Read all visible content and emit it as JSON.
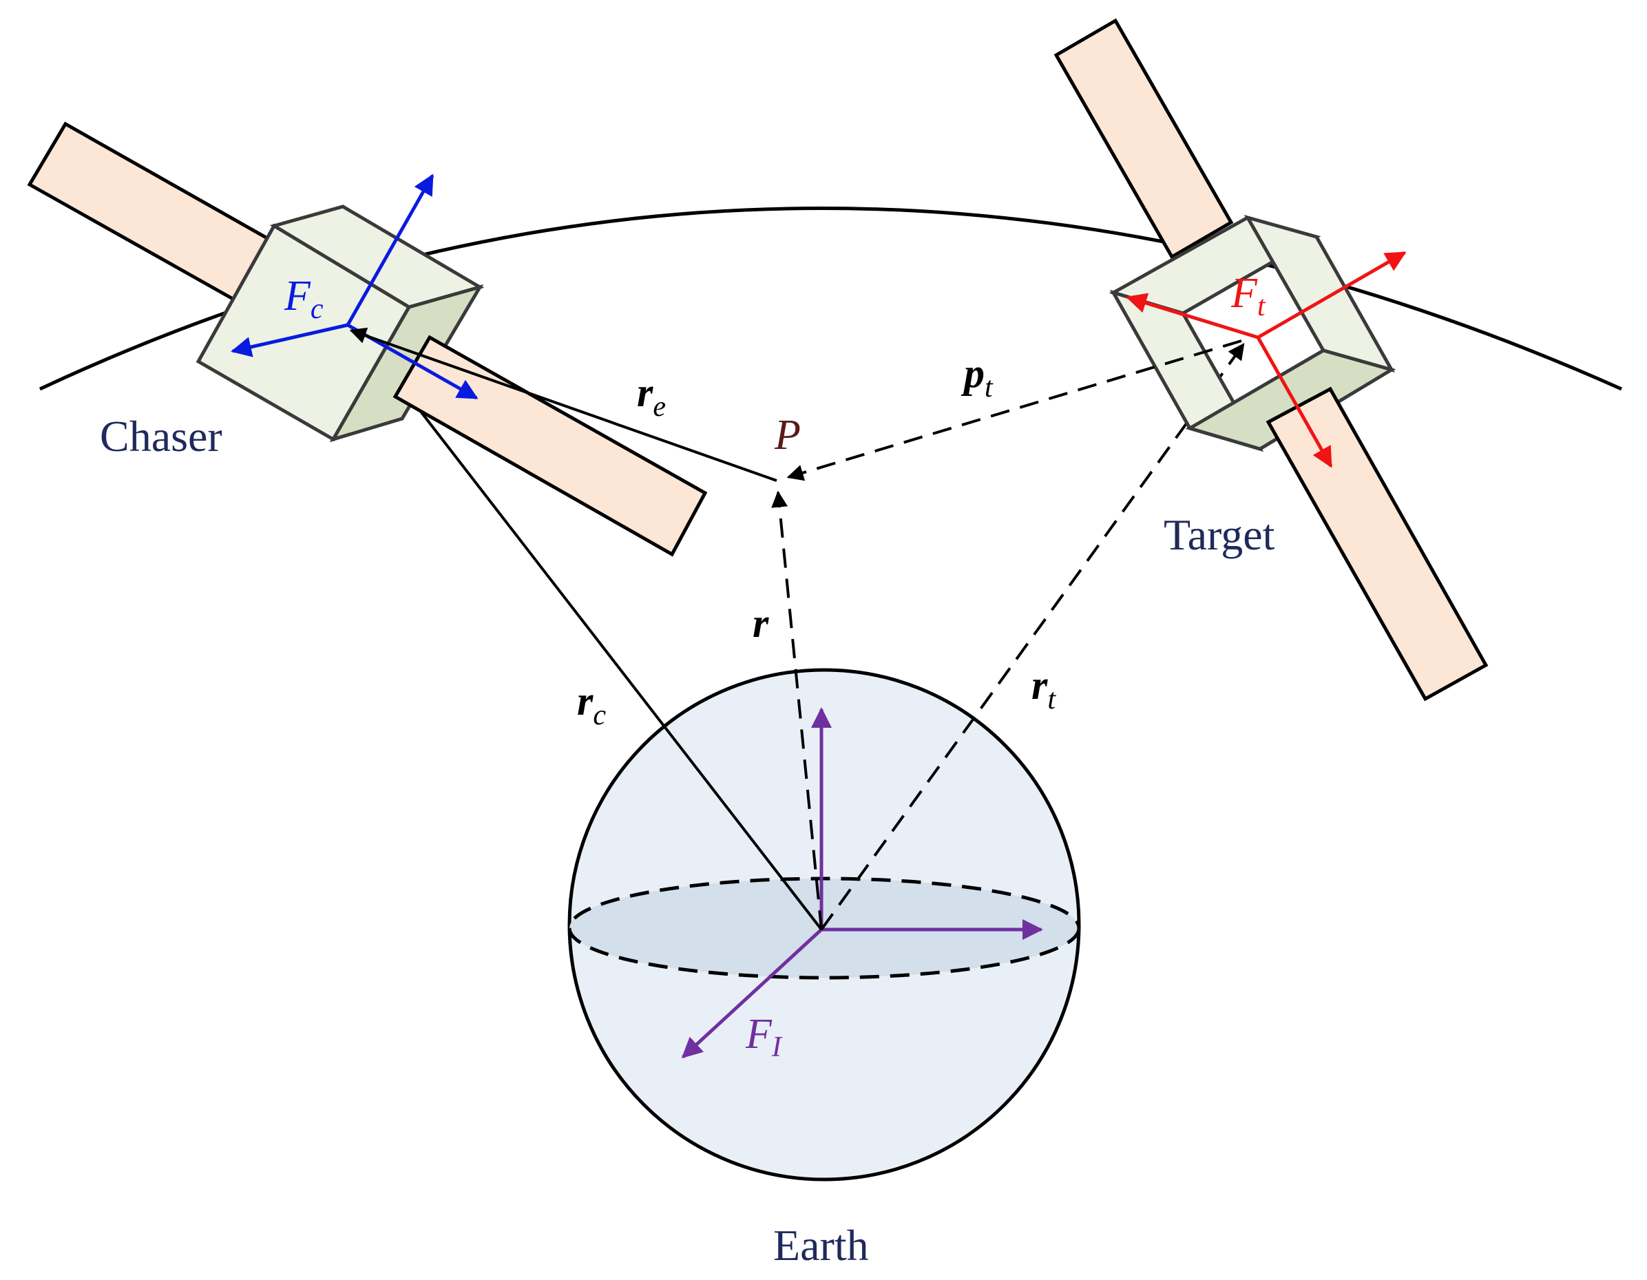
{
  "labels": {
    "chaser": "Chaser",
    "target": "Target",
    "earth": "Earth",
    "point": "P"
  },
  "frames": {
    "chaser": {
      "base": "F",
      "sub": "c"
    },
    "target": {
      "base": "F",
      "sub": "t"
    },
    "inertial": {
      "base": "F",
      "sub": "I"
    }
  },
  "vectors": {
    "re": {
      "base": "r",
      "sub": "e"
    },
    "pt": {
      "base": "p",
      "sub": "t"
    },
    "r": {
      "base": "r"
    },
    "rc": {
      "base": "r",
      "sub": "c"
    },
    "rt": {
      "base": "r",
      "sub": "t"
    }
  },
  "colors": {
    "chaser_frame": "#0a1be0",
    "target_frame": "#f01414",
    "inertial_frame": "#7030a0",
    "panel_fill": "#fce6d6",
    "body_fill": "#eef2e4",
    "body_side_fill": "#d6dfc4",
    "earth_fill": "#e9eff6",
    "equator_fill": "#d3dfeb",
    "label_text": "#1f2a5c",
    "point_label": "#5a1a1a"
  }
}
